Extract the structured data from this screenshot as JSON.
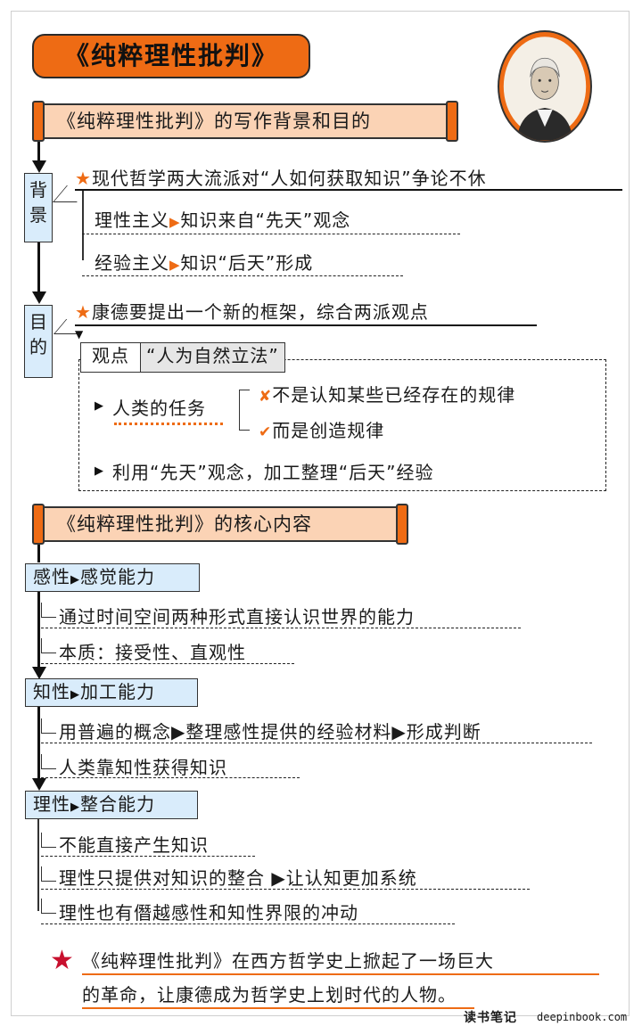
{
  "title": "《纯粹理性批判》",
  "section1": {
    "banner": "《纯粹理性批判》的写作背景和目的",
    "background": {
      "label_chars": [
        "背",
        "景"
      ],
      "headline": "现代哲学两大流派对“人如何获取知识”争论不休",
      "items": [
        {
          "school": "理性主义",
          "view": "知识来自“先天”观念"
        },
        {
          "school": "经验主义",
          "view": "知识“后天”形成"
        }
      ]
    },
    "purpose": {
      "label_chars": [
        "目",
        "的"
      ],
      "headline": "康德要提出一个新的框架，综合两派观点",
      "viewpoint_label": "观点",
      "viewpoint": "“人为自然立法”",
      "task_label": "人类的任务",
      "task_not": "不是认知某些已经存在的规律",
      "task_but": "而是创造规律",
      "method": "利用“先天”观念，加工整理“后天”经验"
    }
  },
  "section2": {
    "banner": "《纯粹理性批判》的核心内容",
    "faculties": [
      {
        "name": "感性",
        "ability": "感觉能力",
        "points": [
          "通过时间空间两种形式直接认识世界的能力",
          "本质：接受性、直观性"
        ]
      },
      {
        "name": "知性",
        "ability": "加工能力",
        "points": [
          "用普遍的概念▶整理感性提供的经验材料▶形成判断",
          "人类靠知性获得知识"
        ]
      },
      {
        "name": "理性",
        "ability": "整合能力",
        "points": [
          "不能直接产生知识",
          "理性只提供对知识的整合 ▶让认知更加系统",
          "理性也有僭越感性和知性界限的冲动"
        ]
      }
    ]
  },
  "conclusion": {
    "line1": "《纯粹理性批判》在西方哲学史上掀起了一场巨大",
    "line2": "的革命，让康德成为哲学史上划时代的人物。"
  },
  "footer": {
    "logo": "读书笔记",
    "url": "deepinbook.com"
  },
  "colors": {
    "accent": "#ee6b14",
    "banner_fill": "#fbd3b5",
    "box_fill": "#d9ecfb",
    "star_red": "#c8102e"
  }
}
